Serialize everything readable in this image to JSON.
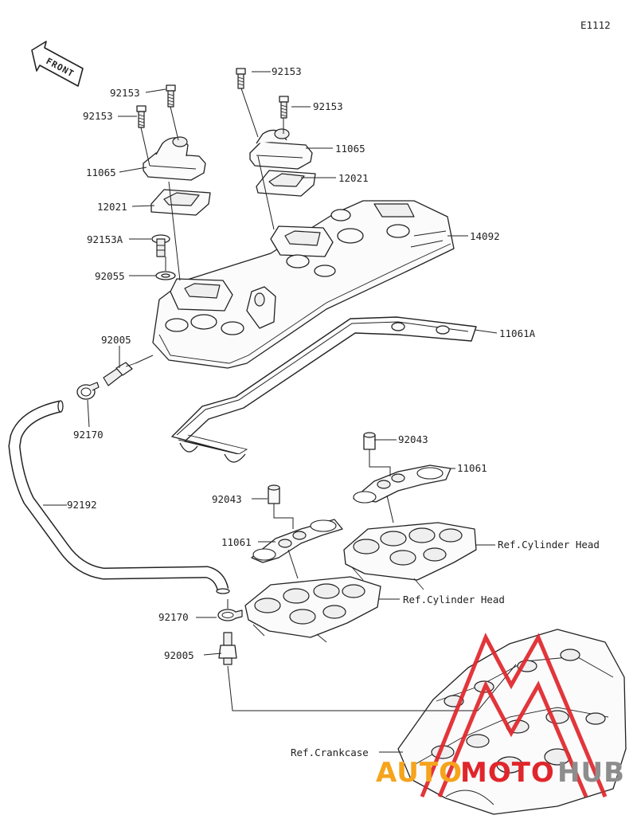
{
  "diagram": {
    "code": "E1112",
    "front_label": "FRONT",
    "parts": [
      {
        "id": "bolt_a",
        "number": "92153"
      },
      {
        "id": "bolt_b",
        "number": "92153"
      },
      {
        "id": "bolt_c",
        "number": "92153"
      },
      {
        "id": "bolt_d",
        "number": "92153"
      },
      {
        "id": "cover_left",
        "number": "11065"
      },
      {
        "id": "cover_right",
        "number": "11065"
      },
      {
        "id": "reed_left",
        "number": "12021"
      },
      {
        "id": "reed_right",
        "number": "12021"
      },
      {
        "id": "bolt_special",
        "number": "92153A"
      },
      {
        "id": "washer",
        "number": "92055"
      },
      {
        "id": "head_cover",
        "number": "14092"
      },
      {
        "id": "fitting_top",
        "number": "92005"
      },
      {
        "id": "gasket_main",
        "number": "11061A"
      },
      {
        "id": "clamp_top",
        "number": "92170"
      },
      {
        "id": "hose",
        "number": "92192"
      },
      {
        "id": "plug_right",
        "number": "92043"
      },
      {
        "id": "gasket_right",
        "number": "11061"
      },
      {
        "id": "plug_left",
        "number": "92043"
      },
      {
        "id": "gasket_left",
        "number": "11061"
      },
      {
        "id": "clamp_bottom",
        "number": "92170"
      },
      {
        "id": "fitting_bottom",
        "number": "92005"
      }
    ],
    "references": {
      "cylinder_head_right": "Ref.Cylinder Head",
      "cylinder_head_left": "Ref.Cylinder Head",
      "crankcase": "Ref.Crankcase"
    }
  },
  "watermark": {
    "text_left": "AUTO",
    "text_mid": "MOTO",
    "text_right": "HUB",
    "colors": {
      "orange": "#f5a41c",
      "red": "#e0262b",
      "gray": "#8d8d8d"
    }
  }
}
